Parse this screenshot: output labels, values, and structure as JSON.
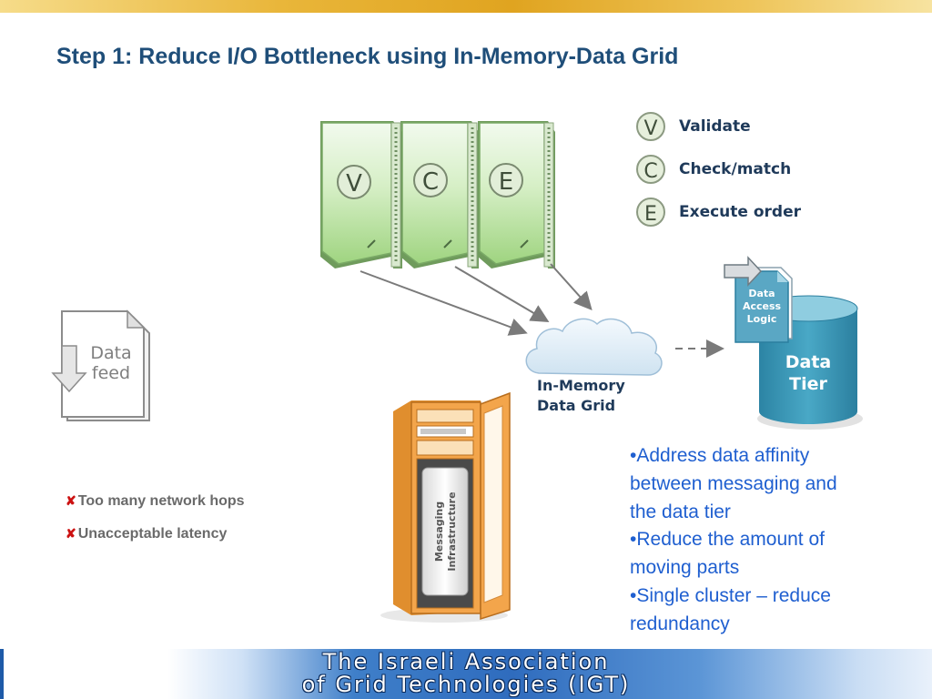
{
  "title": "Step 1: Reduce I/O Bottleneck using In-Memory-Data Grid",
  "legend": [
    {
      "letter": "V",
      "label": "Validate"
    },
    {
      "letter": "C",
      "label": "Check/match"
    },
    {
      "letter": "E",
      "label": "Execute order"
    }
  ],
  "servers": [
    "V",
    "C",
    "E"
  ],
  "data_feed": {
    "line1": "Data",
    "line2": "feed"
  },
  "data_access": {
    "line1": "Data",
    "line2": "Access",
    "line3": "Logic"
  },
  "data_tier": {
    "line1": "Data",
    "line2": "Tier"
  },
  "in_memory": {
    "line1": "In-Memory",
    "line2": "Data Grid"
  },
  "messaging": {
    "line1": "Messaging",
    "line2": "Infrastructure"
  },
  "benefits": [
    "•Address data affinity between messaging and the data tier",
    "•Reduce the amount of moving parts",
    "•Single cluster – reduce redundancy"
  ],
  "problems": [
    {
      "icon": "x-mark",
      "text": "Too many network hops"
    },
    {
      "icon": "x-mark",
      "text": "Unacceptable latency"
    }
  ],
  "footer": {
    "line1": "The Israeli Association",
    "line2": "of Grid Technologies (IGT)"
  },
  "colors": {
    "title": "#1f4e79",
    "bullets": "#1f5fd0",
    "server_green": "#a6d98a",
    "data_tier": "#3a9ab8",
    "rack_orange": "#f3a54b"
  }
}
